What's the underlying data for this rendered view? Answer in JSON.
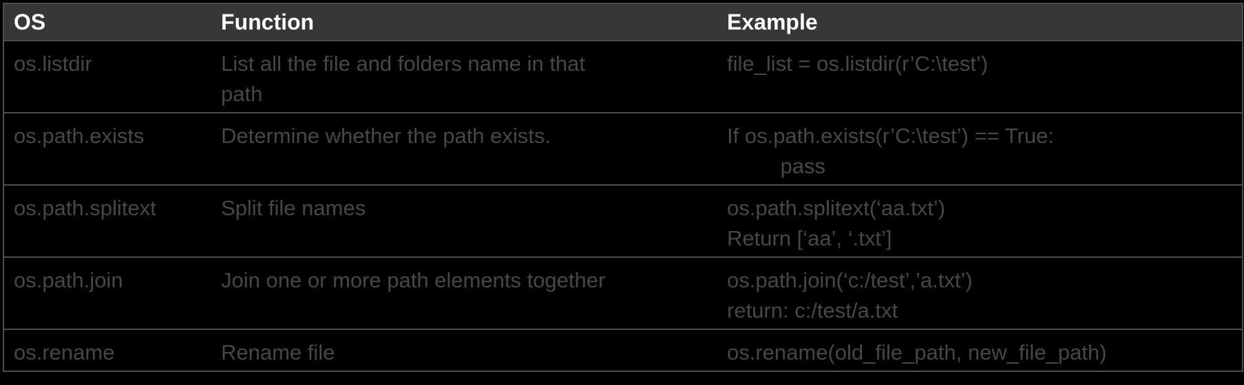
{
  "theme": {
    "header_bg": "#373737",
    "header_text": "#fcfcfc",
    "body_bg": "#000000",
    "body_text": "#474747",
    "border": "#4f4f4f"
  },
  "table": {
    "columns": [
      "OS",
      "Function",
      "Example"
    ],
    "rows": [
      {
        "os": "os.listdir",
        "fn_lines": [
          "List all the file and folders name in that",
          "path"
        ],
        "example_lines": [
          "file_list = os.listdir(r’C:\\test’)"
        ]
      },
      {
        "os": "os.path.exists",
        "fn_lines": [
          "Determine whether the path exists."
        ],
        "example_lines": [
          "If os.path.exists(r’C:\\test’) == True:",
          "         pass"
        ]
      },
      {
        "os": "os.path.splitext",
        "fn_lines": [
          "Split file names"
        ],
        "example_lines": [
          "os.path.splitext(‘aa.txt’)",
          "Return [‘aa’, ‘.txt’]"
        ]
      },
      {
        "os": "os.path.join",
        "fn_lines": [
          "Join one or more path elements together"
        ],
        "example_lines": [
          "os.path.join(‘c:/test’,’a.txt’)",
          "return: c:/test/a.txt"
        ]
      },
      {
        "os": "os.rename",
        "fn_lines": [
          "Rename file"
        ],
        "example_lines": [
          "os.rename(old_file_path, new_file_path)"
        ]
      }
    ]
  }
}
